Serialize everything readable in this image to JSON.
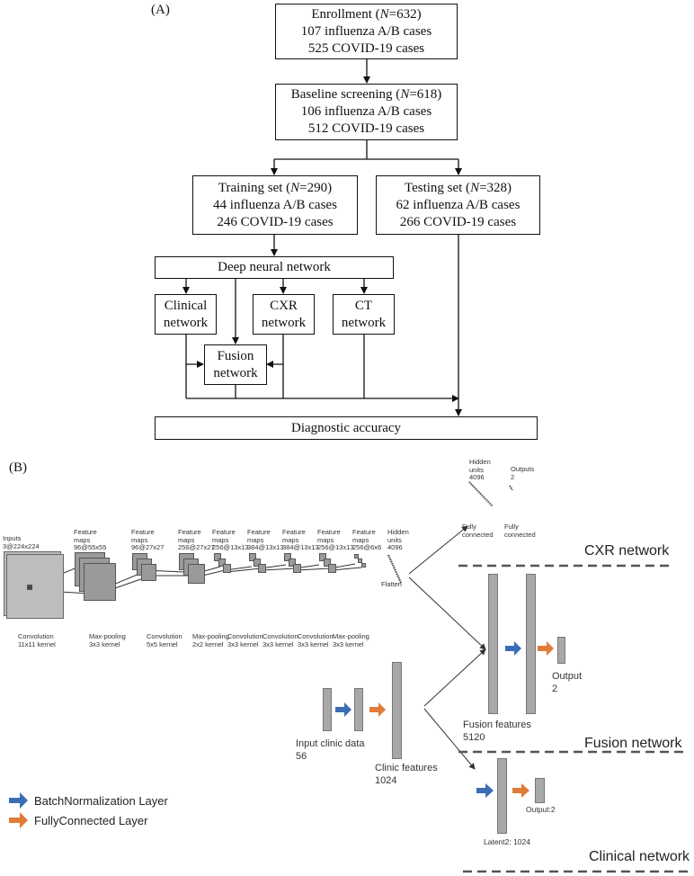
{
  "panel_a": {
    "label": "(A)",
    "enrollment": {
      "l1_pre": "Enrollment (",
      "l1_n": "N",
      "l1_post": "=632)",
      "l2": "107 influenza A/B cases",
      "l3": "525 COVID-19 cases"
    },
    "baseline": {
      "l1_pre": "Baseline screening (",
      "l1_n": "N",
      "l1_post": "=618)",
      "l2": "106 influenza A/B cases",
      "l3": "512 COVID-19 cases"
    },
    "training": {
      "l1_pre": "Training set  (",
      "l1_n": "N",
      "l1_post": "=290)",
      "l2": "44 influenza A/B cases",
      "l3": "246 COVID-19 cases"
    },
    "testing": {
      "l1_pre": "Testing set  (",
      "l1_n": "N",
      "l1_post": "=328)",
      "l2": "62 influenza A/B cases",
      "l3": "266 COVID-19 cases"
    },
    "dnn": "Deep neural network",
    "clinical": {
      "l1": "Clinical",
      "l2": "network"
    },
    "cxr": {
      "l1": "CXR",
      "l2": "network"
    },
    "ct": {
      "l1": "CT",
      "l2": "network"
    },
    "fusion": {
      "l1": "Fusion",
      "l2": "network"
    },
    "diagnostic": "Diagnostic accuracy"
  },
  "panel_b": {
    "label": "(B)",
    "cnn_top": [
      {
        "l1": "Inputs",
        "l2": "3@224x224"
      },
      {
        "l1": "Feature",
        "l2": "maps",
        "l3": "96@55x55"
      },
      {
        "l1": "Feature",
        "l2": "maps",
        "l3": "96@27x27"
      },
      {
        "l1": "Feature",
        "l2": "maps",
        "l3": "256@27x27"
      },
      {
        "l1": "Feature",
        "l2": "maps",
        "l3": "256@13x13"
      },
      {
        "l1": "Feature",
        "l2": "maps",
        "l3": "384@13x13"
      },
      {
        "l1": "Feature",
        "l2": "maps",
        "l3": "384@13x13"
      },
      {
        "l1": "Feature",
        "l2": "maps",
        "l3": "256@13x13"
      },
      {
        "l1": "Feature",
        "l2": "maps",
        "l3": "256@6x6"
      },
      {
        "l1": "Hidden",
        "l2": "units",
        "l3": "4096"
      }
    ],
    "cnn_bottom": [
      {
        "l1": "Convolution",
        "l2": "11x11 kernel"
      },
      {
        "l1": "Max-pooling",
        "l2": "3x3 kernel"
      },
      {
        "l1": "Convolution",
        "l2": "5x5 kernel"
      },
      {
        "l1": "Max-pooling",
        "l2": "2x2 kernel"
      },
      {
        "l1": "Convolution",
        "l2": "3x3 kernel"
      },
      {
        "l1": "Convolution",
        "l2": "3x3 kernel"
      },
      {
        "l1": "Convolution",
        "l2": "3x3 kernel"
      },
      {
        "l1": "Max-pooling",
        "l2": "3x3 kernel"
      }
    ],
    "flatten": "Flatten",
    "top_hidden": {
      "l1": "Hidden",
      "l2": "units",
      "l3": "4096"
    },
    "top_outputs": {
      "l1": "Outputs",
      "l2": "2"
    },
    "fc1": {
      "l1": "Fully",
      "l2": "connected"
    },
    "fc2": {
      "l1": "Fully",
      "l2": "connected"
    },
    "cxr_network": "CXR network",
    "fusion_network": "Fusion network",
    "clinical_network": "Clinical network",
    "fusion_features": {
      "l1": "Fusion features",
      "l2": "5120"
    },
    "output": {
      "l1": "Output",
      "l2": "2"
    },
    "input_clinic": {
      "l1": "Input clinic data",
      "l2": "56"
    },
    "clinic_features": {
      "l1": "Clinic features",
      "l2": "1024"
    },
    "latent2": "Latent2: 1024",
    "output2": "Output:2",
    "legend": {
      "bn": "BatchNormalization Layer",
      "fc": "FullyConnected Layer"
    },
    "colors": {
      "bn": "#3a6db5",
      "fc": "#e07b3a"
    }
  }
}
